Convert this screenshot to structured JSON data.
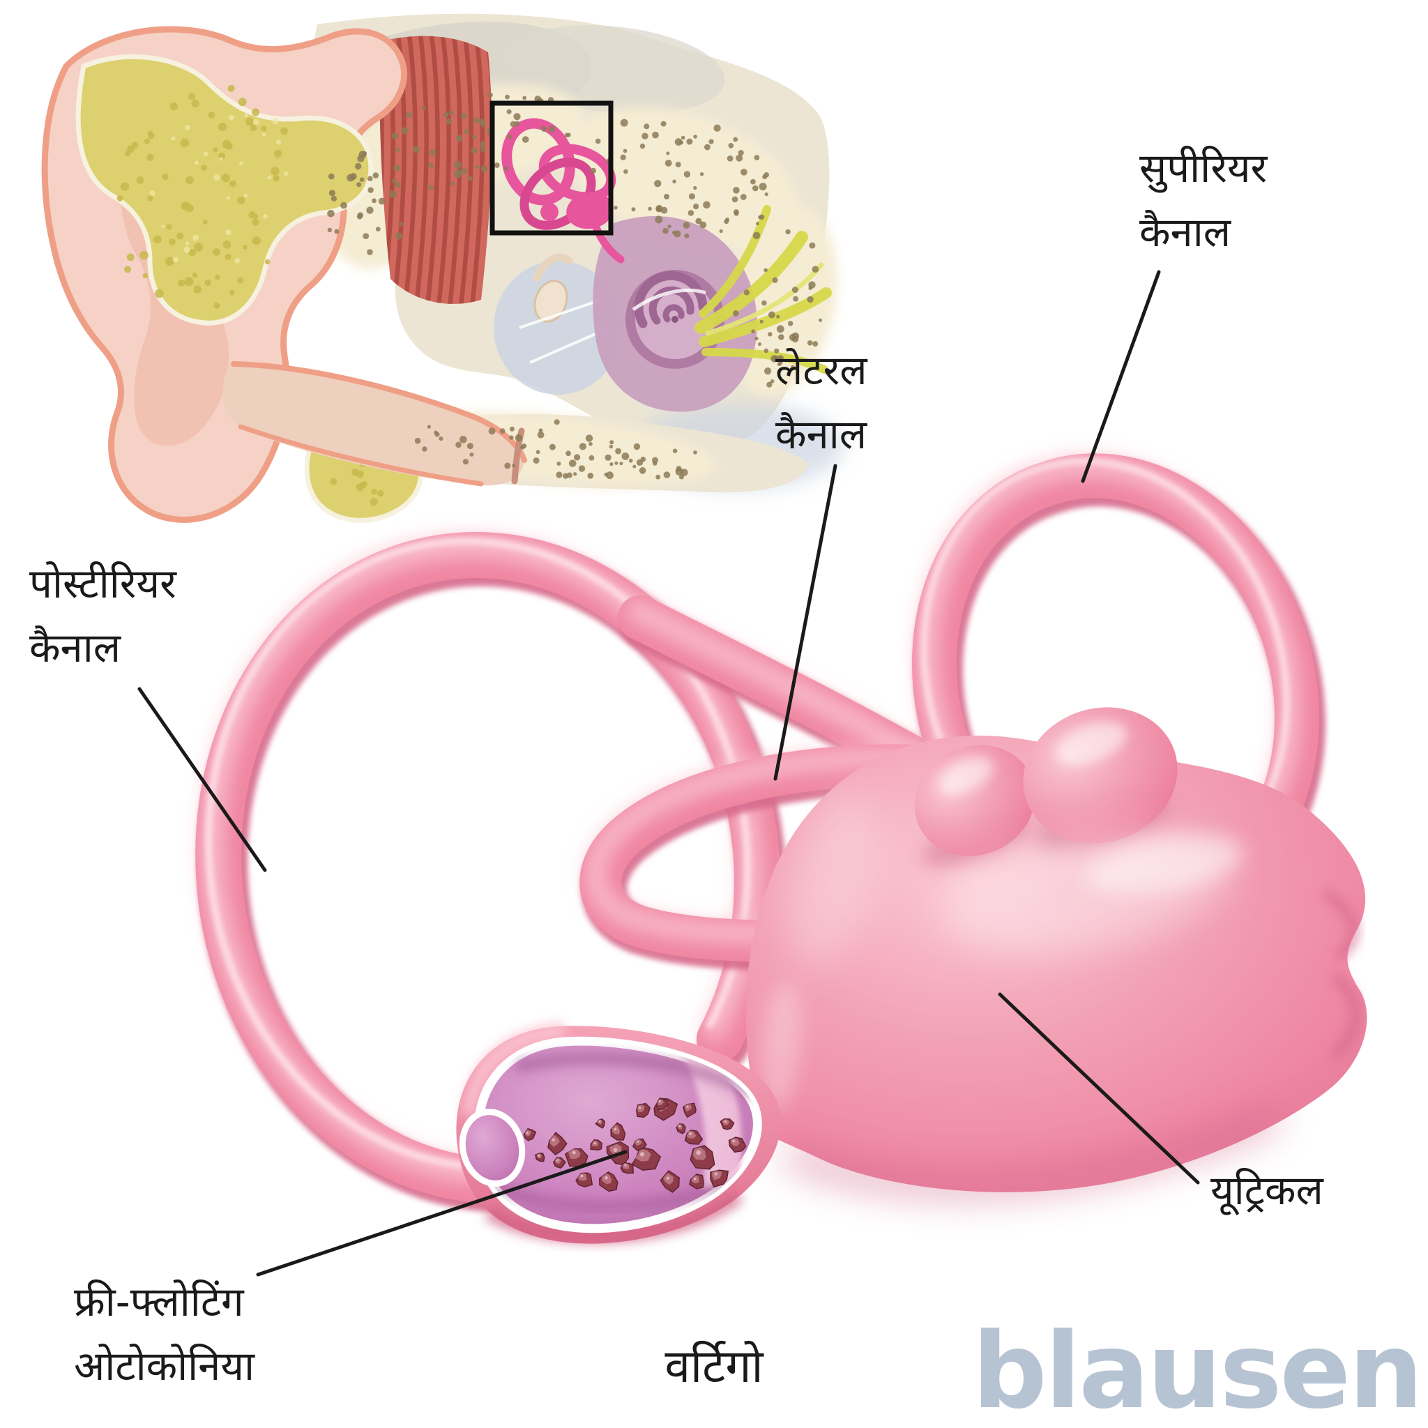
{
  "labels": {
    "superior_canal": {
      "line1": "सुपीरियर",
      "line2": "कैनाल"
    },
    "lateral_canal": {
      "line1": "लेटरल",
      "line2": "कैनाल"
    },
    "posterior_canal": {
      "line1": "पोस्टीरियर",
      "line2": "कैनाल"
    },
    "utricle": {
      "text": "यूट्रिकल"
    },
    "free_floating_otoconia": {
      "line1": "फ्री-फ्लोटिंग",
      "line2": "ओटोकोनिया"
    }
  },
  "title": {
    "text": "वर्टिगो"
  },
  "brand": {
    "text": "blausen"
  },
  "colors": {
    "canal_pink": "#ef86a2",
    "canal_shadow": "#d76a8c",
    "canal_highlight": "#fbc3d0",
    "body_pink": "#f2a0b4",
    "body_deep": "#e27795",
    "interior_purple": "#cd84bf",
    "interior_light": "#dfa9d3",
    "otoconia_maroon": "#8e3b49",
    "otoconia_light": "#c07d87",
    "cupula_pink": "#eebcd9",
    "label_black": "#1a1a1a",
    "brand_blue": "#b6c3d3",
    "fat_yellow": "#ddd06f",
    "fat_dot": "#c9b94f",
    "bone_cream": "#ece5d4",
    "bone_speckle": "#8d7b57",
    "skin_pink": "#f6d2c6",
    "skin_edge": "#ef9f86",
    "muscle_red": "#d0685e",
    "muscle_stripe": "#ab4a41",
    "mini_canal_magenta": "#e7559c",
    "cochlea_purple": "#c9a0bf",
    "nerve_yellow": "#d6d84a",
    "cavity_blue": "#ccd5e3"
  }
}
